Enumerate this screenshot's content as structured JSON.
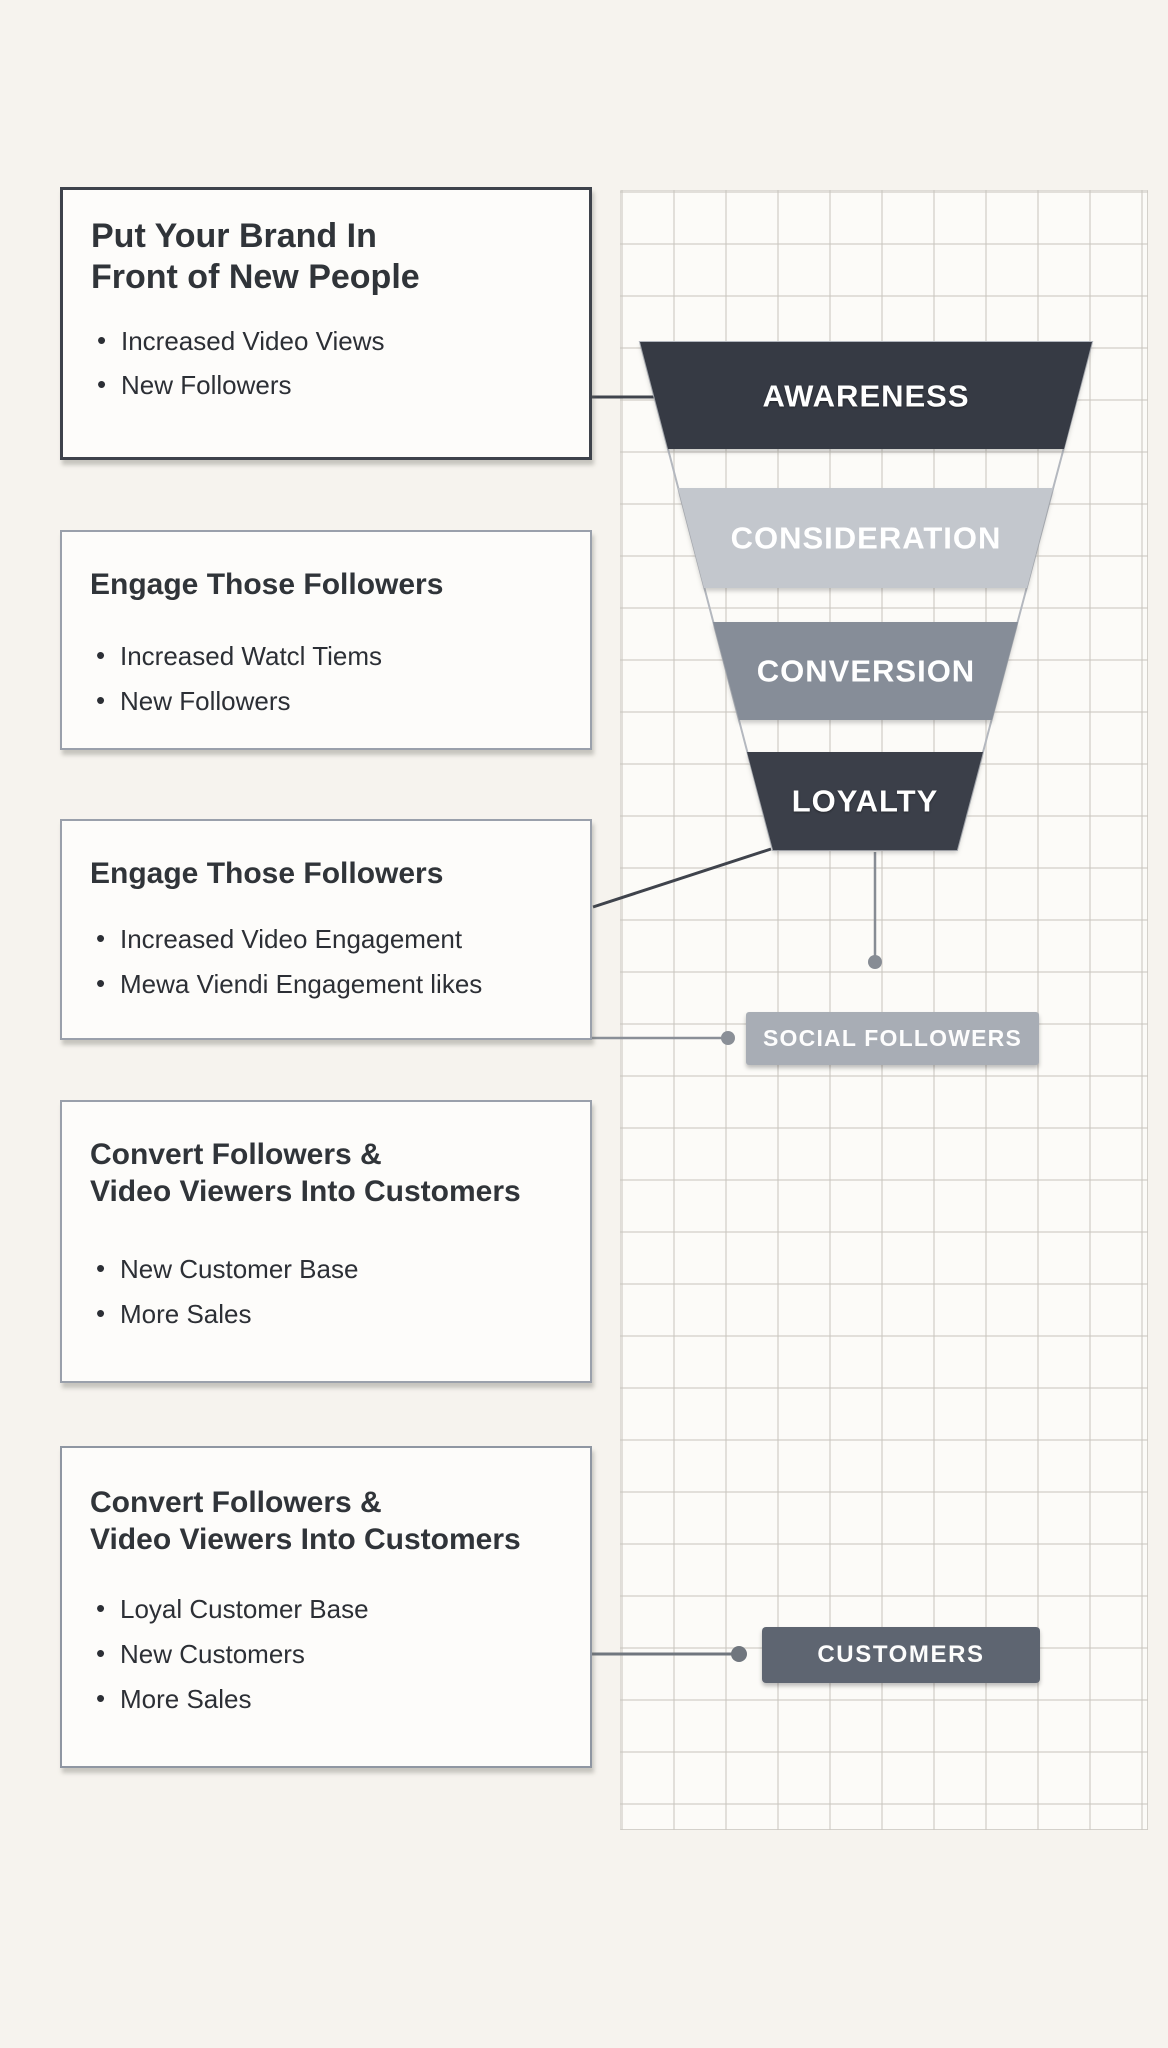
{
  "boxes": [
    {
      "title_lines": [
        "Put Your Brand In",
        "Front of New People"
      ],
      "bullets": [
        "Increased Video Views",
        "New Followers"
      ]
    },
    {
      "title_lines": [
        "Engage Those Followers"
      ],
      "bullets": [
        "Increased Watcl Tiems",
        "New Followers"
      ]
    },
    {
      "title_lines": [
        "Engage Those Followers"
      ],
      "bullets": [
        "Increased Video Engagement",
        "Mewa Viendi Engagement likes"
      ]
    },
    {
      "title_lines": [
        "Convert Followers &",
        "Video Viewers Into Customers"
      ],
      "bullets": [
        "New Customer Base",
        "More Sales"
      ]
    },
    {
      "title_lines": [
        "Convert Followers &",
        "Video Viewers Into Customers"
      ],
      "bullets": [
        "Loyal Customer Base",
        "New Customers",
        "More Sales"
      ]
    }
  ],
  "funnel": {
    "stages": [
      {
        "label": "AWARENESS",
        "color": "#363a44"
      },
      {
        "label": "CONSIDERATION",
        "color": "#c3c7cd"
      },
      {
        "label": "CONVERSION",
        "color": "#868d98"
      },
      {
        "label": "LOYALTY",
        "color": "#3b3f49"
      }
    ],
    "outline_color": "#b4b8bf"
  },
  "badges": [
    {
      "label": "SOCIAL FOLLOWERS",
      "color": "#a8adb5"
    },
    {
      "label": "CUSTOMERS",
      "color": "#5e6571"
    }
  ],
  "connector_color": "#878c94",
  "background_color": "#f6f3ee"
}
